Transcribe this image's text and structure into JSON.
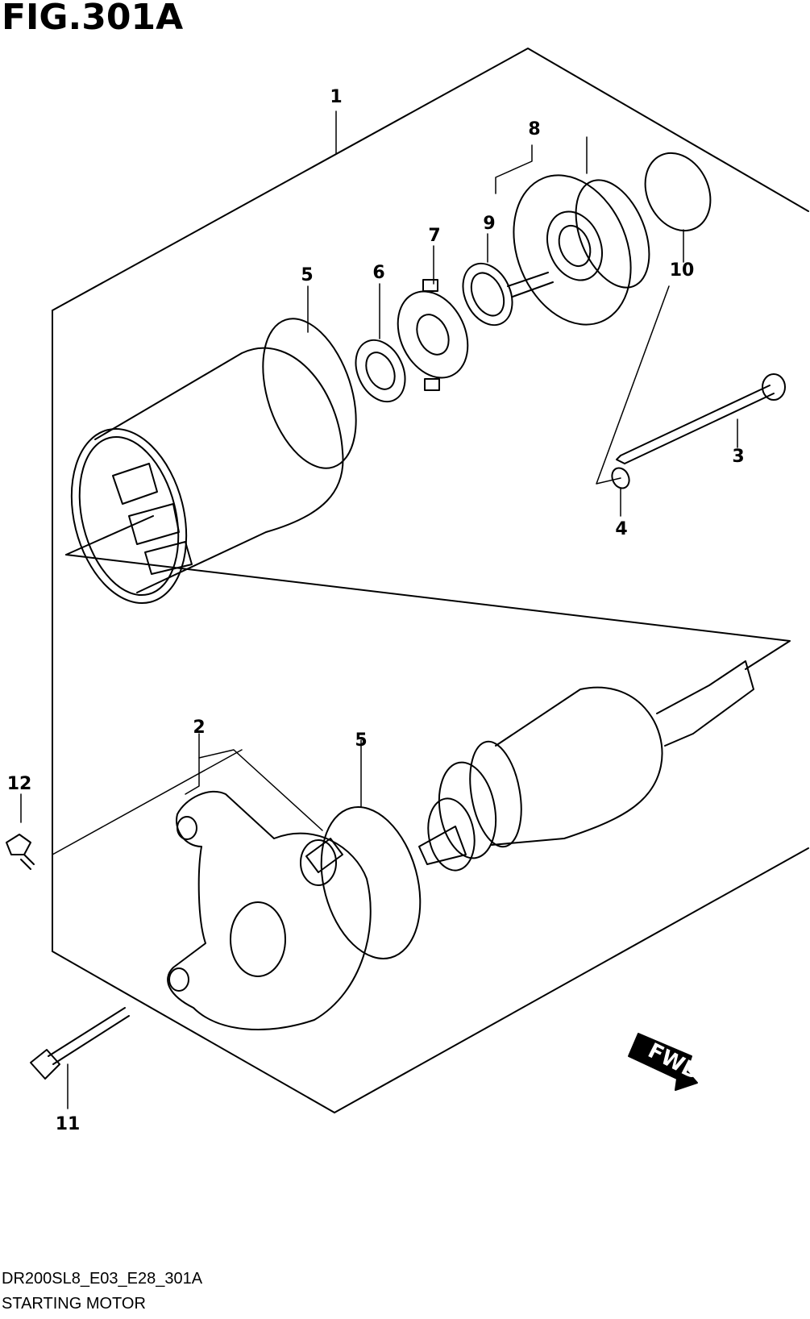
{
  "figure": {
    "title": "FIG.301A",
    "code": "DR200SL8_E03_E28_301A",
    "name": "STARTING MOTOR",
    "fwd_label": "FWD"
  },
  "callouts": [
    {
      "id": "1",
      "label": "1"
    },
    {
      "id": "2",
      "label": "2"
    },
    {
      "id": "3",
      "label": "3"
    },
    {
      "id": "4",
      "label": "4"
    },
    {
      "id": "5a",
      "label": "5"
    },
    {
      "id": "5b",
      "label": "5"
    },
    {
      "id": "6",
      "label": "6"
    },
    {
      "id": "7",
      "label": "7"
    },
    {
      "id": "8",
      "label": "8"
    },
    {
      "id": "9",
      "label": "9"
    },
    {
      "id": "10",
      "label": "10"
    },
    {
      "id": "11",
      "label": "11"
    },
    {
      "id": "12",
      "label": "12"
    }
  ]
}
